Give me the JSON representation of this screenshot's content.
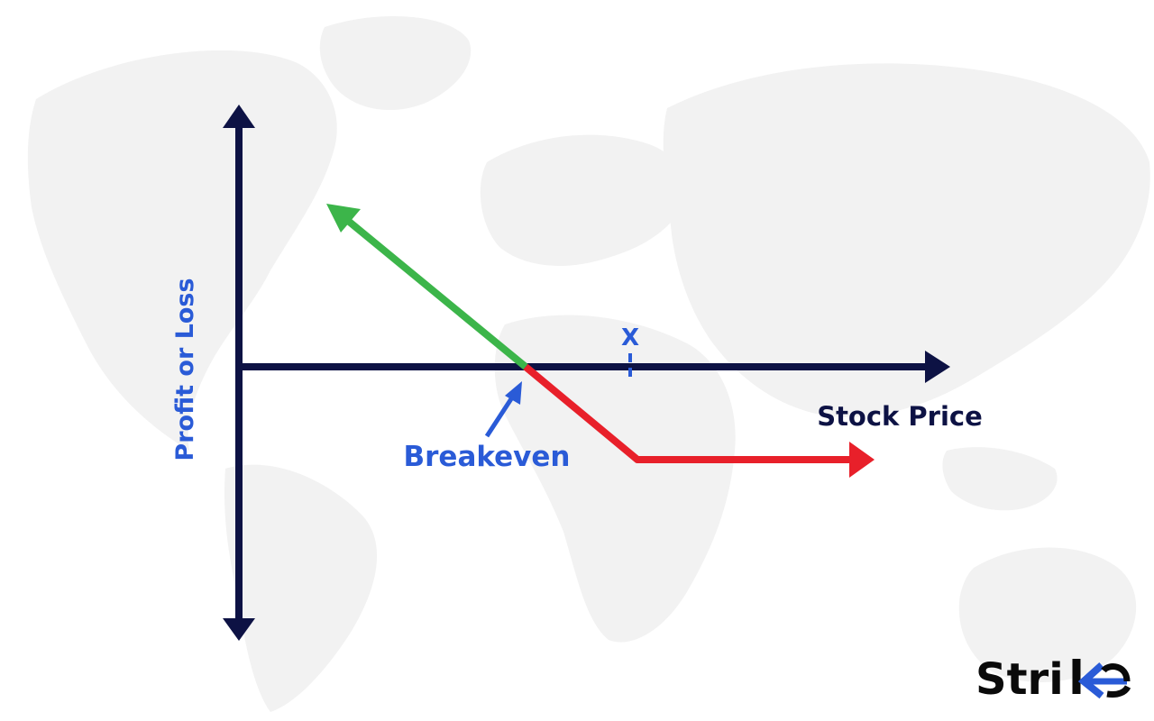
{
  "diagram": {
    "y_axis_label": "Profit or Loss",
    "x_axis_label": "Stock Price",
    "strike_marker_label": "X",
    "breakeven_label": "Breakeven"
  },
  "logo": {
    "text": "Strike"
  },
  "colors": {
    "axis": "#0d1244",
    "label_blue": "#2a5bd7",
    "profit_green": "#3cb54a",
    "loss_red": "#e8202a",
    "map_gray": "#f2f2f2",
    "logo_dark": "#0a0a0a",
    "logo_accent": "#2a5bd7"
  }
}
